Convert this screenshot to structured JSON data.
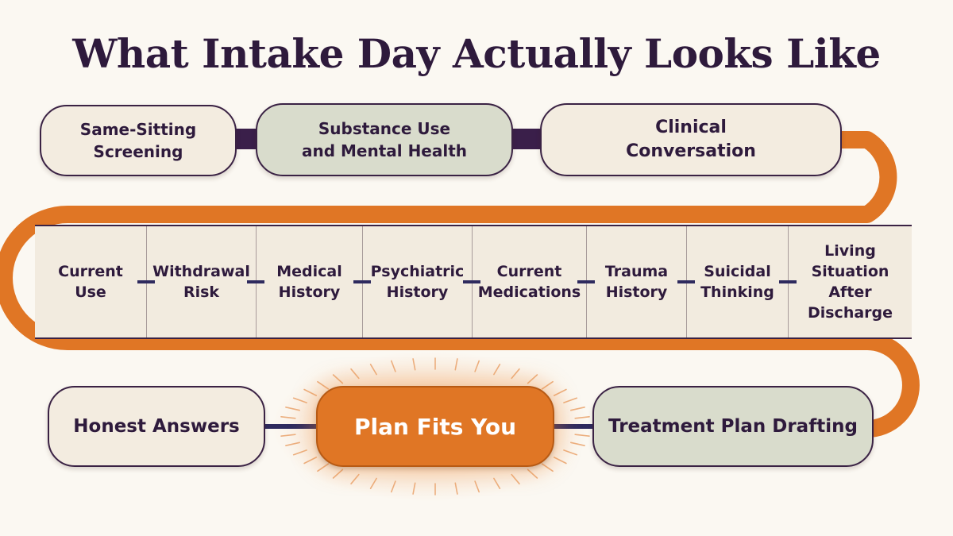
{
  "title": "What Intake Day Actually Looks Like",
  "colors": {
    "path_orange": "#e07625",
    "dark_purple": "#3a1f4a",
    "navy": "#2e2a5e",
    "cream": "#f3ece0",
    "sage": "#d9dccc"
  },
  "row1": [
    {
      "lines": [
        "Same-Sitting",
        "Screening"
      ],
      "style": "cream"
    },
    {
      "lines": [
        "Substance Use",
        "and Mental Health"
      ],
      "style": "sage"
    },
    {
      "lines": [
        "Clinical",
        "Conversation"
      ],
      "style": "cream"
    }
  ],
  "assessment_areas": [
    {
      "lines": [
        "Current",
        "Use"
      ]
    },
    {
      "lines": [
        "Withdrawal",
        "Risk"
      ]
    },
    {
      "lines": [
        "Medical",
        "History"
      ]
    },
    {
      "lines": [
        "Psychiatric",
        "History"
      ]
    },
    {
      "lines": [
        "Current",
        "Medications"
      ]
    },
    {
      "lines": [
        "Trauma",
        "History"
      ]
    },
    {
      "lines": [
        "Suicidal",
        "Thinking"
      ]
    },
    {
      "lines": [
        "Living",
        "Situation",
        "After",
        "Discharge"
      ]
    }
  ],
  "row3": [
    {
      "lines": [
        "Honest Answers"
      ],
      "style": "cream"
    },
    {
      "lines": [
        "Plan Fits You"
      ],
      "style": "orange"
    },
    {
      "lines": [
        "Treatment Plan Drafting"
      ],
      "style": "sage"
    }
  ]
}
